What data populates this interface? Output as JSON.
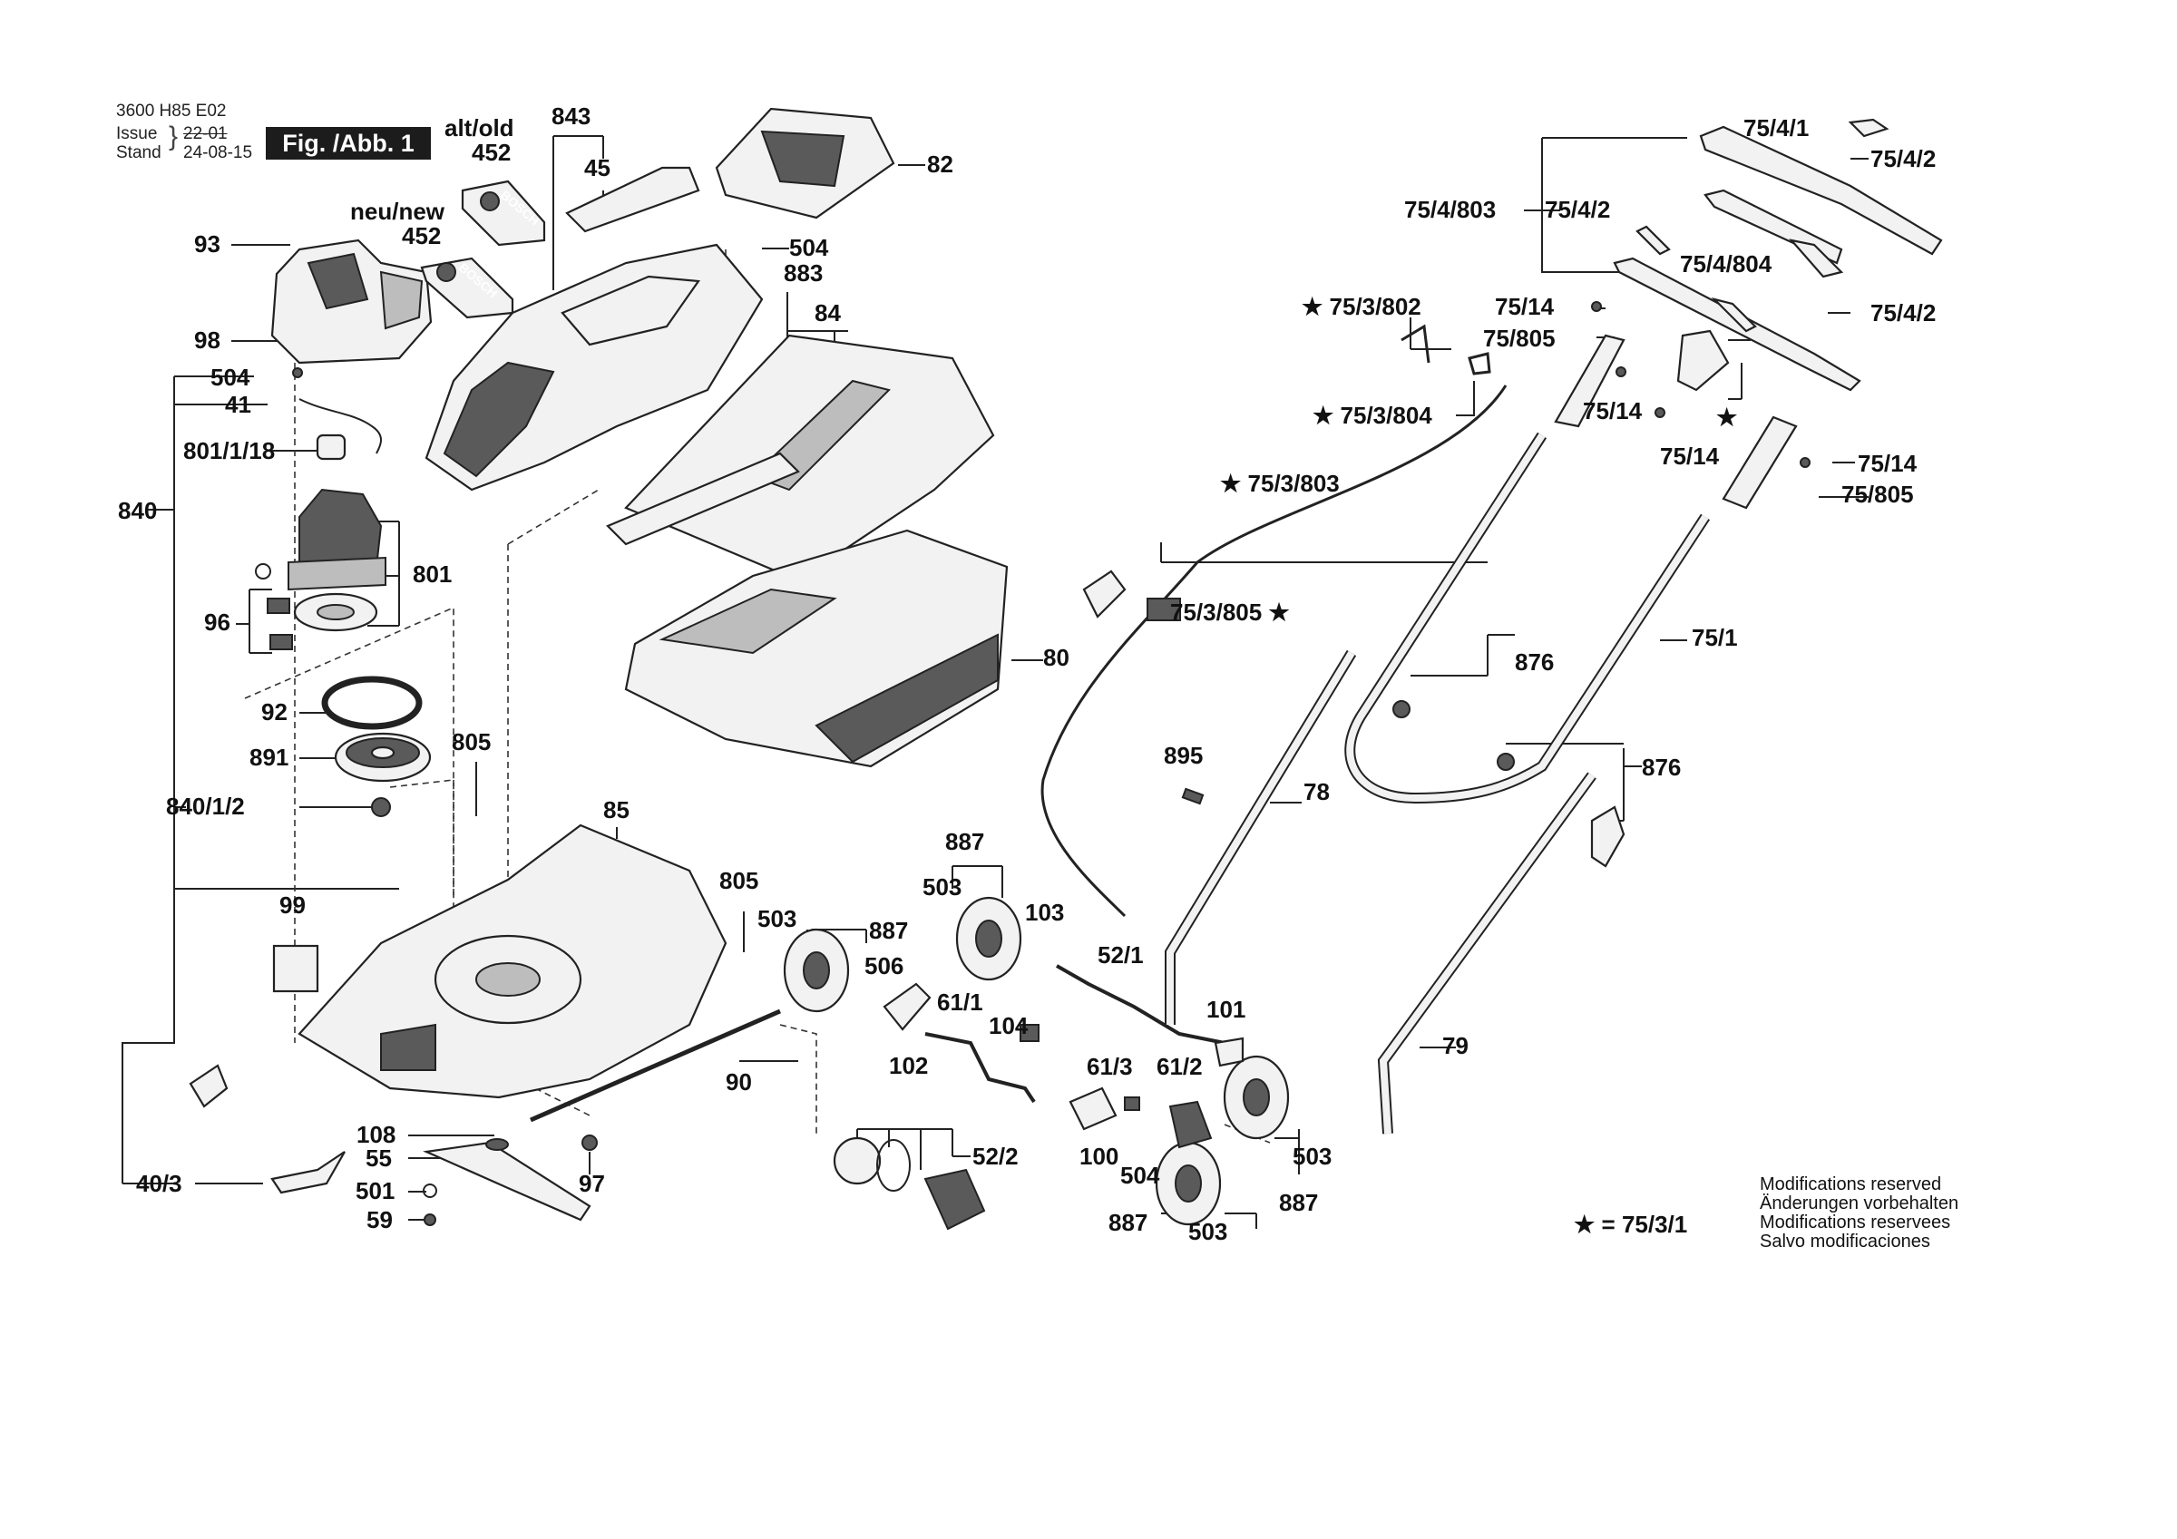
{
  "header": {
    "doc_number": "3600 H85 E02",
    "issue_label": "Issue",
    "stand_label": "Stand",
    "issue_date": "22-01",
    "stand_date": "24-08-15",
    "figure": "Fig. /Abb. 1"
  },
  "callouts": [
    {
      "id": "alt-old",
      "text": "alt/old"
    },
    {
      "id": "452-old",
      "text": "452"
    },
    {
      "id": "neu-new",
      "text": "neu/new"
    },
    {
      "id": "452-new",
      "text": "452"
    },
    {
      "id": "843",
      "text": "843"
    },
    {
      "id": "45",
      "text": "45"
    },
    {
      "id": "82",
      "text": "82"
    },
    {
      "id": "93",
      "text": "93"
    },
    {
      "id": "98",
      "text": "98"
    },
    {
      "id": "504-a",
      "text": "504"
    },
    {
      "id": "41",
      "text": "41"
    },
    {
      "id": "801-1-18",
      "text": "801/1/18"
    },
    {
      "id": "840",
      "text": "840"
    },
    {
      "id": "801",
      "text": "801"
    },
    {
      "id": "96",
      "text": "96"
    },
    {
      "id": "92",
      "text": "92"
    },
    {
      "id": "891",
      "text": "891"
    },
    {
      "id": "840-1-2",
      "text": "840/1/2"
    },
    {
      "id": "805-a",
      "text": "805"
    },
    {
      "id": "504-b",
      "text": "504"
    },
    {
      "id": "883",
      "text": "883"
    },
    {
      "id": "84",
      "text": "84"
    },
    {
      "id": "80",
      "text": "80"
    },
    {
      "id": "85",
      "text": "85"
    },
    {
      "id": "99",
      "text": "99"
    },
    {
      "id": "805-b",
      "text": "805"
    },
    {
      "id": "90",
      "text": "90"
    },
    {
      "id": "40-3",
      "text": "40/3"
    },
    {
      "id": "108",
      "text": "108"
    },
    {
      "id": "55",
      "text": "55"
    },
    {
      "id": "501",
      "text": "501"
    },
    {
      "id": "59",
      "text": "59"
    },
    {
      "id": "97",
      "text": "97"
    },
    {
      "id": "887-a",
      "text": "887"
    },
    {
      "id": "503-a",
      "text": "503"
    },
    {
      "id": "503-b",
      "text": "503"
    },
    {
      "id": "887-b",
      "text": "887"
    },
    {
      "id": "103",
      "text": "103"
    },
    {
      "id": "506",
      "text": "506"
    },
    {
      "id": "61-1",
      "text": "61/1"
    },
    {
      "id": "104",
      "text": "104"
    },
    {
      "id": "102",
      "text": "102"
    },
    {
      "id": "52-2",
      "text": "52/2"
    },
    {
      "id": "52-1",
      "text": "52/1"
    },
    {
      "id": "61-3",
      "text": "61/3"
    },
    {
      "id": "61-2",
      "text": "61/2"
    },
    {
      "id": "100",
      "text": "100"
    },
    {
      "id": "504-c",
      "text": "504"
    },
    {
      "id": "887-c",
      "text": "887"
    },
    {
      "id": "503-c",
      "text": "503"
    },
    {
      "id": "503-d",
      "text": "503"
    },
    {
      "id": "887-d",
      "text": "887"
    },
    {
      "id": "101",
      "text": "101"
    },
    {
      "id": "895",
      "text": "895"
    },
    {
      "id": "78",
      "text": "78"
    },
    {
      "id": "79",
      "text": "79"
    },
    {
      "id": "876-a",
      "text": "876"
    },
    {
      "id": "876-b",
      "text": "876"
    },
    {
      "id": "75-1",
      "text": "75/1"
    },
    {
      "id": "75-3-802",
      "text": "★ 75/3/802"
    },
    {
      "id": "75-3-804",
      "text": "★ 75/3/804"
    },
    {
      "id": "75-3-803",
      "text": "★ 75/3/803"
    },
    {
      "id": "75-3-805",
      "text": "75/3/805 ★"
    },
    {
      "id": "75-4-1",
      "text": "75/4/1"
    },
    {
      "id": "75-4-2-a",
      "text": "75/4/2"
    },
    {
      "id": "75-4-803",
      "text": "75/4/803"
    },
    {
      "id": "75-4-2-b",
      "text": "75/4/2"
    },
    {
      "id": "75-4-804",
      "text": "75/4/804"
    },
    {
      "id": "75-4-2-c",
      "text": "75/4/2"
    },
    {
      "id": "75-14-a",
      "text": "75/14"
    },
    {
      "id": "75-805-a",
      "text": "75/805"
    },
    {
      "id": "75-14-b",
      "text": "75/14"
    },
    {
      "id": "75-14-c",
      "text": "75/14"
    },
    {
      "id": "75-14-d",
      "text": "75/14"
    },
    {
      "id": "75-805-b",
      "text": "75/805"
    },
    {
      "id": "star-mark",
      "text": "★"
    }
  ],
  "legend": {
    "star_text": "★  =  75/3/1"
  },
  "notes": [
    "Modifications reserved",
    "Änderungen vorbehalten",
    "Modifications reservees",
    "Salvo modificaciones"
  ],
  "logo_text": "BOSCH"
}
